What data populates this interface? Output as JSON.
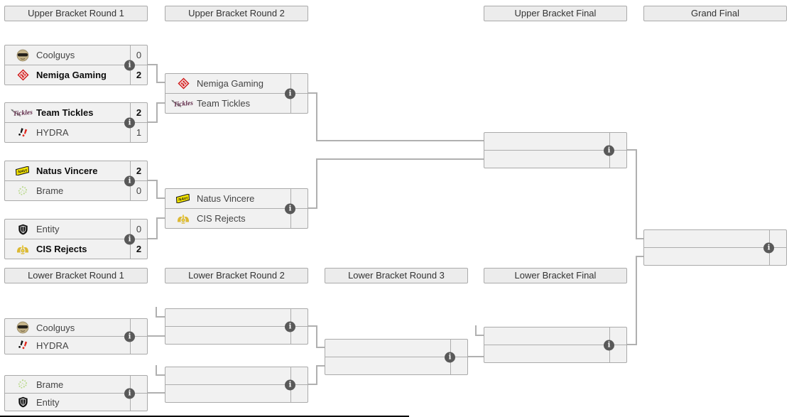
{
  "headers": {
    "ub_r1": "Upper Bracket Round 1",
    "ub_r2": "Upper Bracket Round 2",
    "ub_final": "Upper Bracket Final",
    "grand_final": "Grand Final",
    "lb_r1": "Lower Bracket Round 1",
    "lb_r2": "Lower Bracket Round 2",
    "lb_r3": "Lower Bracket Round 3",
    "lb_final": "Lower Bracket Final"
  },
  "info_icon_glyph": "i",
  "matches": {
    "ub_r1": [
      {
        "top": {
          "name": "Coolguys",
          "score": "0",
          "winner": false
        },
        "bottom": {
          "name": "Nemiga Gaming",
          "score": "2",
          "winner": true
        }
      },
      {
        "top": {
          "name": "Team Tickles",
          "score": "2",
          "winner": true
        },
        "bottom": {
          "name": "HYDRA",
          "score": "1",
          "winner": false
        }
      },
      {
        "top": {
          "name": "Natus Vincere",
          "score": "2",
          "winner": true
        },
        "bottom": {
          "name": "Brame",
          "score": "0",
          "winner": false
        }
      },
      {
        "top": {
          "name": "Entity",
          "score": "0",
          "winner": false
        },
        "bottom": {
          "name": "CIS Rejects",
          "score": "2",
          "winner": true
        }
      }
    ],
    "ub_r2": [
      {
        "top": {
          "name": "Nemiga Gaming",
          "score": ""
        },
        "bottom": {
          "name": "Team Tickles",
          "score": ""
        }
      },
      {
        "top": {
          "name": "Natus Vincere",
          "score": ""
        },
        "bottom": {
          "name": "CIS Rejects",
          "score": ""
        }
      }
    ],
    "ub_final": {
      "top": {
        "name": "",
        "score": ""
      },
      "bottom": {
        "name": "",
        "score": ""
      }
    },
    "grand_final": {
      "top": {
        "name": "",
        "score": ""
      },
      "bottom": {
        "name": "",
        "score": ""
      }
    },
    "lb_r1": [
      {
        "top": {
          "name": "Coolguys",
          "score": ""
        },
        "bottom": {
          "name": "HYDRA",
          "score": ""
        }
      },
      {
        "top": {
          "name": "Brame",
          "score": ""
        },
        "bottom": {
          "name": "Entity",
          "score": ""
        }
      }
    ],
    "lb_r2": [
      {
        "top": {
          "name": "",
          "score": ""
        },
        "bottom": {
          "name": "",
          "score": ""
        }
      },
      {
        "top": {
          "name": "",
          "score": ""
        },
        "bottom": {
          "name": "",
          "score": ""
        }
      }
    ],
    "lb_r3": {
      "top": {
        "name": "",
        "score": ""
      },
      "bottom": {
        "name": "",
        "score": ""
      }
    },
    "lb_final": {
      "top": {
        "name": "",
        "score": ""
      },
      "bottom": {
        "name": "",
        "score": ""
      }
    }
  },
  "colors": {
    "match_bg": "#f1f1f1",
    "header_bg": "#ececec",
    "border": "#aaaaaa",
    "connector": "#b0b0b0",
    "info_circle": "#595959",
    "text": "#444444",
    "winner_text": "#0d0d0d",
    "nemiga_red": "#d01e1e",
    "navi_yellow": "#ffee00",
    "hydra_red": "#e22a1f",
    "cis_gold": "#dcb832",
    "brame_green": "#b9d98b"
  }
}
